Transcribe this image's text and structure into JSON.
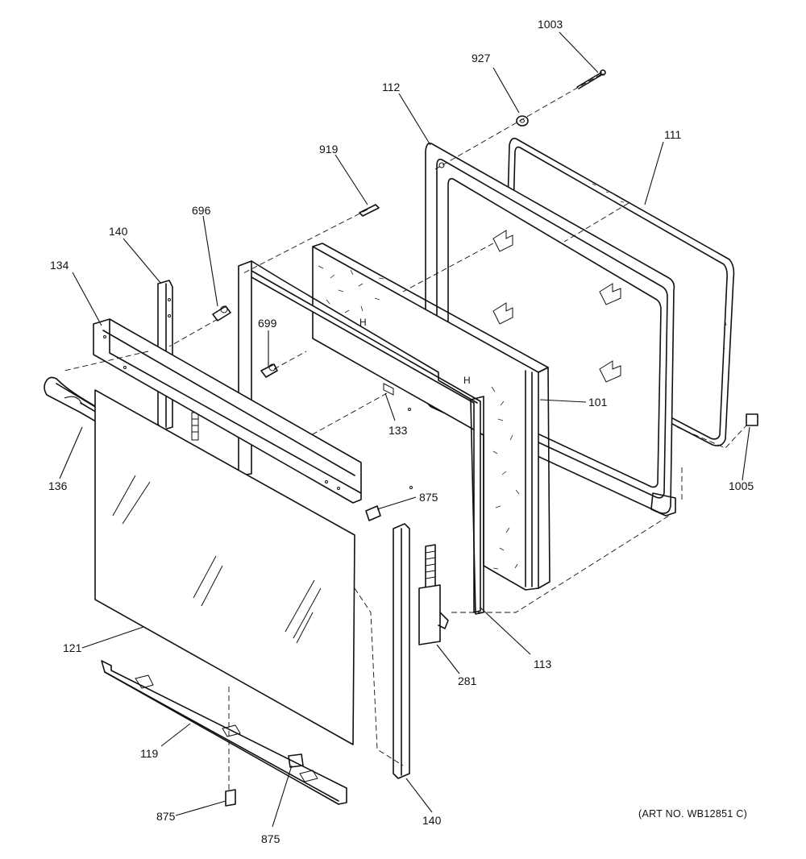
{
  "diagram": {
    "type": "exploded-parts-view",
    "part_labels": {
      "p1003": "1003",
      "p927": "927",
      "p112": "112",
      "p111": "111",
      "p919": "919",
      "p696": "696",
      "p140_top": "140",
      "p134": "134",
      "p699": "699",
      "p101": "101",
      "p133": "133",
      "p136": "136",
      "p875_mid": "875",
      "p1005": "1005",
      "p121": "121",
      "p113": "113",
      "p281": "281",
      "p119": "119",
      "p875_bl": "875",
      "p875_bm": "875",
      "p140_bottom": "140"
    },
    "art_number": "(ART NO. WB12851 C)"
  }
}
